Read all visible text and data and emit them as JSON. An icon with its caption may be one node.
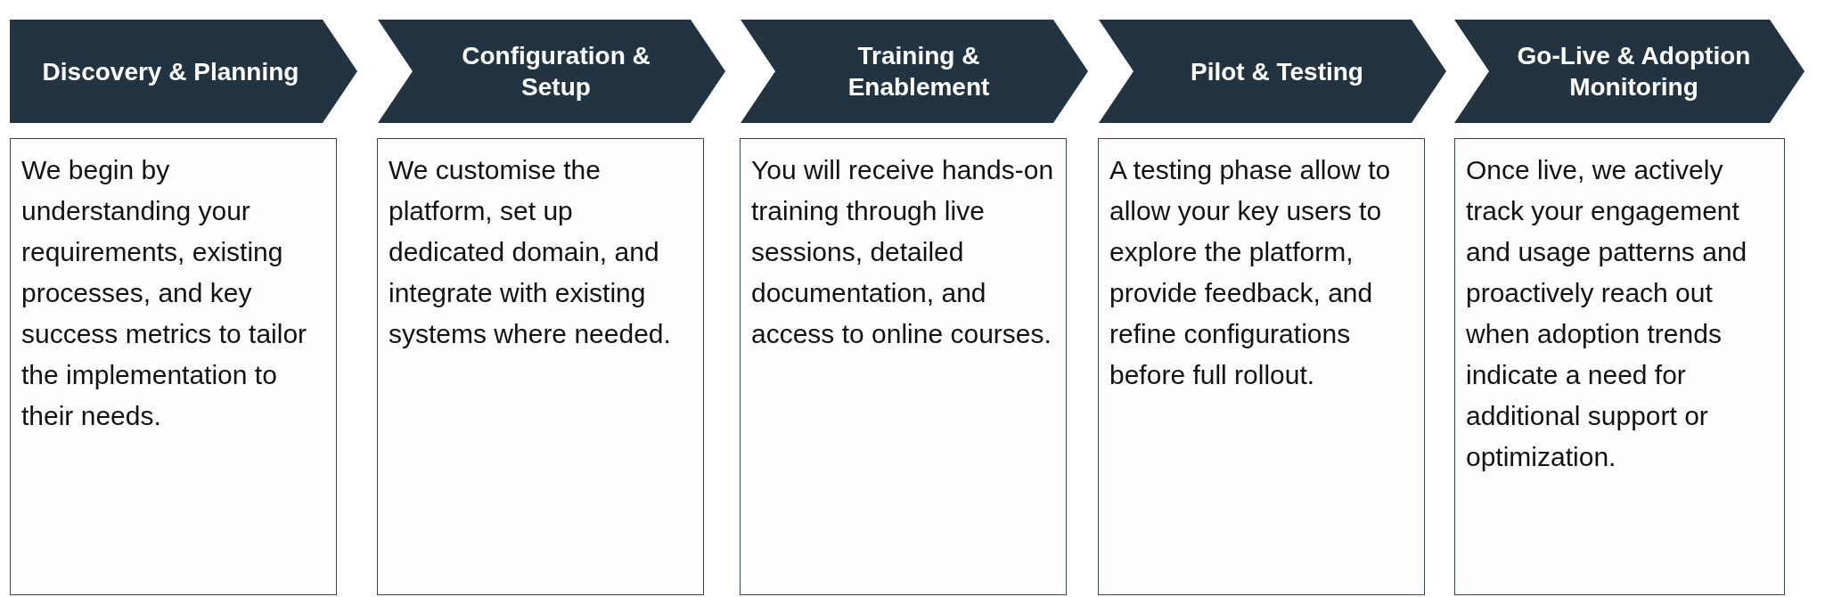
{
  "diagram": {
    "nodes": [
      {
        "text": [
          "Discovery & Planning"
        ]
      },
      {
        "text": [
          "Configuration & Setup"
        ]
      },
      {
        "text": [
          "Training & Enablement"
        ]
      },
      {
        "text": [
          "Pilot & Testing"
        ]
      },
      {
        "text": [
          "Go-Live & Adoption Monitoring"
        ]
      },
      {
        "text": [
          "We begin by understanding your requirements, existing processes, and key success metrics to tailor the implementation to their needs."
        ]
      },
      {
        "text": [
          "We customise the platform, set up dedicated domain, and integrate with existing systems where needed."
        ]
      },
      {
        "text": [
          "You will receive hands-on training through live sessions, detailed documentation, and access to online courses."
        ]
      },
      {
        "text": [
          "A testing phase allow to allow your key users to explore the platform, provide feedback, and refine configurations before full rollout."
        ]
      },
      {
        "text": [
          "Once live, we actively track your engagement and usage patterns and proactively reach out when adoption trends indicate a need for additional support or optimization."
        ]
      }
    ]
  }
}
